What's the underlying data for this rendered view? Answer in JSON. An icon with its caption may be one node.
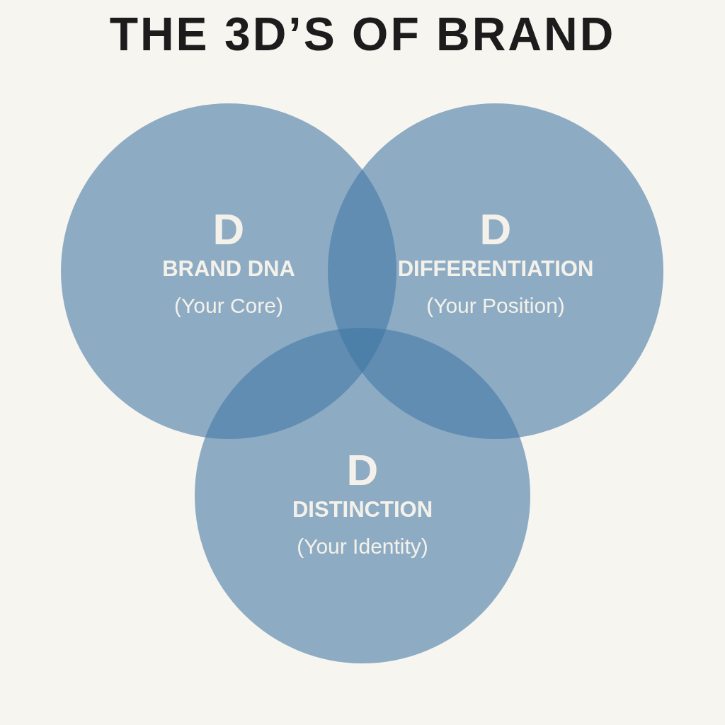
{
  "diagram": {
    "title": "THE 3D’S OF BRAND",
    "nodes": [
      {
        "text": [
          "D",
          "BRAND DNA",
          "(Your Core)"
        ]
      },
      {
        "text": [
          "D",
          "DIFFERENTIATION",
          "(Your Position)"
        ]
      },
      {
        "text": [
          "D",
          "DISTINCTION",
          "(Your Identity)"
        ]
      }
    ]
  }
}
